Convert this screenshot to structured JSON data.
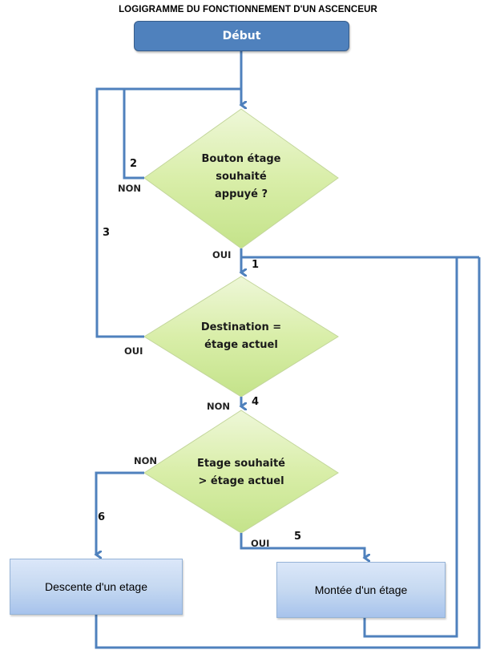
{
  "title": "LOGIGRAMME DU FONCTIONNEMENT D'UN ASCENCEUR",
  "start": {
    "label": "Début"
  },
  "decisions": [
    {
      "lines": [
        "Bouton étage",
        "souhaité",
        "appuyé ?"
      ]
    },
    {
      "lines": [
        "Destination =",
        "étage actuel"
      ]
    },
    {
      "lines": [
        "Etage souhaité",
        "> étage actuel"
      ]
    }
  ],
  "processes": {
    "down": "Descente d'un etage",
    "up": "Montée d'un étage"
  },
  "branch_labels": {
    "d1_no": "NON",
    "d1_yes": "OUI",
    "d2_yes": "OUI",
    "d2_no": "NON",
    "d3_no": "NON",
    "d3_yes": "OUI"
  },
  "path_numbers": {
    "p1": "1",
    "p2": "2",
    "p3": "3",
    "p4": "4",
    "p5": "5",
    "p6": "6"
  },
  "colors": {
    "connector": "#4f81bd",
    "start_fill": "#4f81bd",
    "decision_fill": "#d7eda6",
    "process_fill": "#c6d9f1"
  }
}
